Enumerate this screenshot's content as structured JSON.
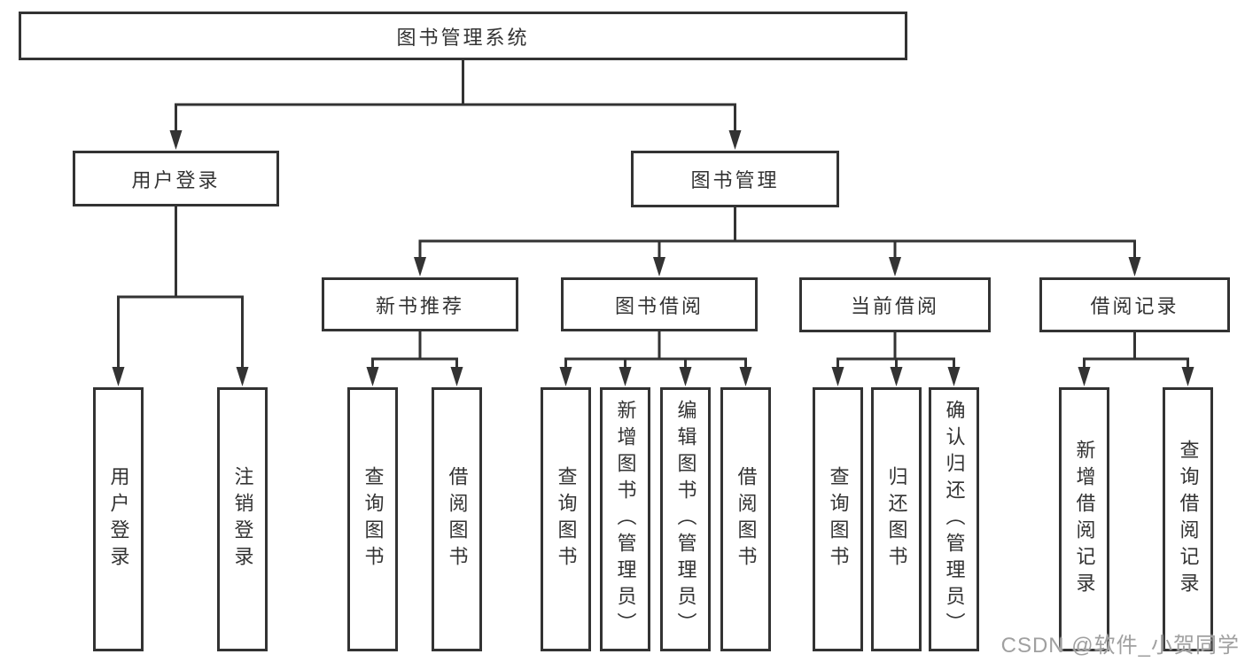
{
  "diagram": {
    "root": {
      "label": "图书管理系统"
    },
    "level2": [
      {
        "label": "用户登录"
      },
      {
        "label": "图书管理"
      }
    ],
    "level3": [
      {
        "label": "新书推荐"
      },
      {
        "label": "图书借阅"
      },
      {
        "label": "当前借阅"
      },
      {
        "label": "借阅记录"
      }
    ],
    "leaves": [
      {
        "label": "用户登录"
      },
      {
        "label": "注销登录"
      },
      {
        "label": "查询图书"
      },
      {
        "label": "借阅图书"
      },
      {
        "label": "查询图书"
      },
      {
        "label": "新增图书（管理员）"
      },
      {
        "label": "编辑图书（管理员）"
      },
      {
        "label": "借阅图书"
      },
      {
        "label": "查询图书"
      },
      {
        "label": "归还图书"
      },
      {
        "label": "确认归还（管理员）"
      },
      {
        "label": "新增借阅记录"
      },
      {
        "label": "查询借阅记录"
      }
    ]
  },
  "watermark": {
    "text": "CSDN @软件_小贺同学"
  },
  "colors": {
    "line": "#333333",
    "text": "#333333",
    "watermark": "#a0a0a0",
    "background": "#ffffff"
  }
}
